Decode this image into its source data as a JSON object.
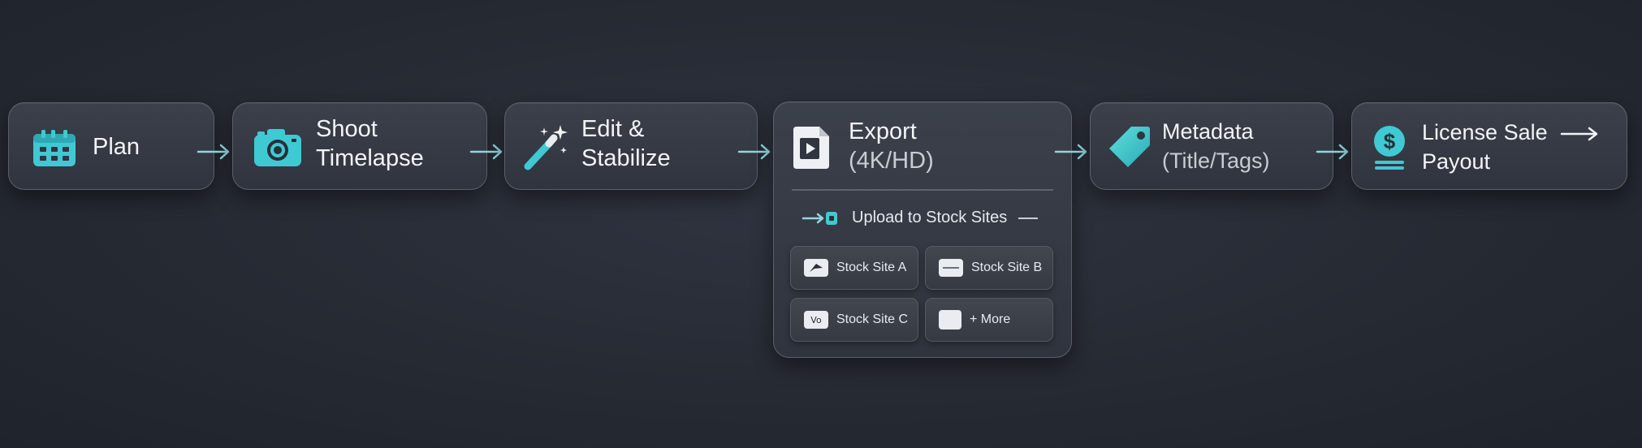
{
  "colors": {
    "accent": "#4fd6d9",
    "accent_dark": "#2aa9b6",
    "card_border": "#5a606c",
    "text": "#f2f4f7"
  },
  "steps": [
    {
      "icon": "calendar-icon",
      "line1": "Plan",
      "line2": ""
    },
    {
      "icon": "camera-icon",
      "line1": "Shoot",
      "line2": "Timelapse"
    },
    {
      "icon": "magic-wand-icon",
      "line1": "Edit &",
      "line2": "Stabilize"
    },
    {
      "icon": "video-file-icon",
      "line1": "Export",
      "line2": "(4K/HD)"
    },
    {
      "icon": "tag-icon",
      "line1": "Metadata",
      "line2": "(Title/Tags)"
    },
    {
      "icon": "dollar-coin-icon",
      "line1": "License Sale",
      "line2": "Payout"
    }
  ],
  "upload": {
    "icon": "upload-plug-icon",
    "label": "Upload to Stock Sites"
  },
  "stock_sites": [
    {
      "label": "Stock Site A",
      "icon": "site-a-logo-icon"
    },
    {
      "label": "Stock Site B",
      "icon": "site-b-logo-icon"
    },
    {
      "label": "Stock Site C",
      "icon": "site-c-logo-icon"
    },
    {
      "label": "+ More",
      "icon": "more-sites-icon"
    }
  ],
  "connectors": [
    "arrow-right-icon",
    "arrow-right-icon",
    "arrow-right-icon",
    "arrow-right-icon",
    "arrow-right-icon"
  ]
}
